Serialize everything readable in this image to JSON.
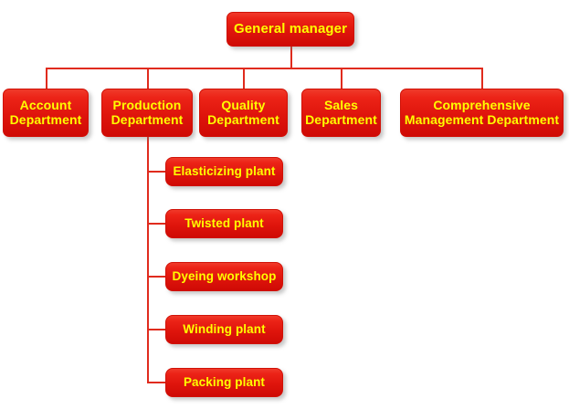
{
  "chart": {
    "title_node": "General manager",
    "colors": {
      "node_fill_top": "#f03a2a",
      "node_fill_bottom": "#cf0a05",
      "node_text": "#ffff00",
      "connector": "#e02b1d",
      "background": "#ffffff"
    }
  },
  "nodes": {
    "root": {
      "label": "General manager"
    },
    "level2": [
      {
        "label": "Account\nDepartment"
      },
      {
        "label": "Production\nDepartment"
      },
      {
        "label": "Quality\nDepartment"
      },
      {
        "label": "Sales\nDepartment"
      },
      {
        "label": "Comprehensive\nManagement Department"
      }
    ],
    "level3": [
      {
        "label": "Elasticizing plant"
      },
      {
        "label": "Twisted plant"
      },
      {
        "label": "Dyeing workshop"
      },
      {
        "label": "Winding plant"
      },
      {
        "label": "Packing plant"
      }
    ]
  }
}
